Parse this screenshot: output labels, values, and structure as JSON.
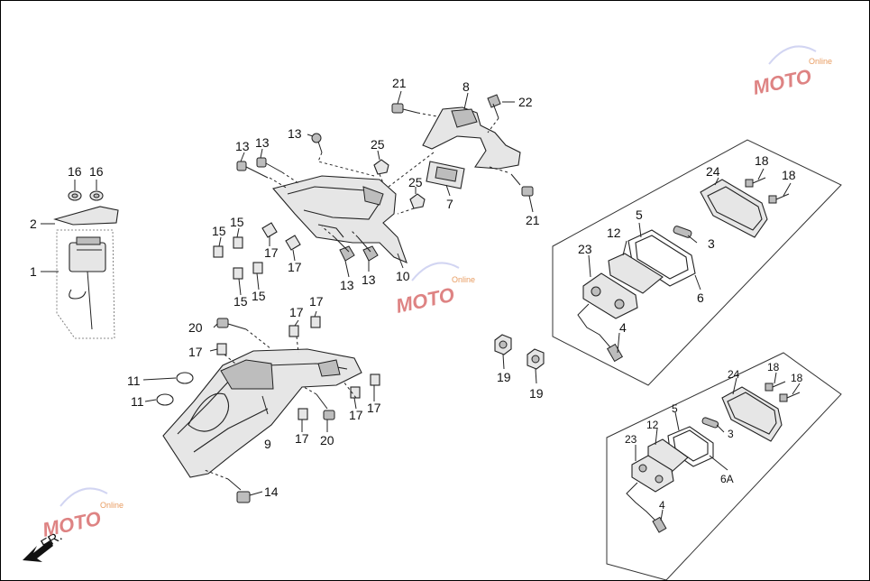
{
  "diagram": {
    "direction_label": "FR.",
    "watermark_text": "MOTO",
    "watermark_subtext": "Online",
    "callouts": [
      {
        "id": "c1",
        "text": "1"
      },
      {
        "id": "c2",
        "text": "2"
      },
      {
        "id": "c3a",
        "text": "3"
      },
      {
        "id": "c3b",
        "text": "3"
      },
      {
        "id": "c4a",
        "text": "4"
      },
      {
        "id": "c4b",
        "text": "4"
      },
      {
        "id": "c5a",
        "text": "5"
      },
      {
        "id": "c5b",
        "text": "5"
      },
      {
        "id": "c6",
        "text": "6"
      },
      {
        "id": "c6a",
        "text": "6A"
      },
      {
        "id": "c7",
        "text": "7"
      },
      {
        "id": "c8",
        "text": "8"
      },
      {
        "id": "c9",
        "text": "9"
      },
      {
        "id": "c10",
        "text": "10"
      },
      {
        "id": "c11a",
        "text": "11"
      },
      {
        "id": "c11b",
        "text": "11"
      },
      {
        "id": "c12a",
        "text": "12"
      },
      {
        "id": "c12b",
        "text": "12"
      },
      {
        "id": "c13a",
        "text": "13"
      },
      {
        "id": "c13b",
        "text": "13"
      },
      {
        "id": "c13c",
        "text": "13"
      },
      {
        "id": "c13d",
        "text": "13"
      },
      {
        "id": "c13e",
        "text": "13"
      },
      {
        "id": "c14",
        "text": "14"
      },
      {
        "id": "c15a",
        "text": "15"
      },
      {
        "id": "c15b",
        "text": "15"
      },
      {
        "id": "c15c",
        "text": "15"
      },
      {
        "id": "c15d",
        "text": "15"
      },
      {
        "id": "c16a",
        "text": "16"
      },
      {
        "id": "c16b",
        "text": "16"
      },
      {
        "id": "c17a",
        "text": "17"
      },
      {
        "id": "c17b",
        "text": "17"
      },
      {
        "id": "c17c",
        "text": "17"
      },
      {
        "id": "c17d",
        "text": "17"
      },
      {
        "id": "c17e",
        "text": "17"
      },
      {
        "id": "c17f",
        "text": "17"
      },
      {
        "id": "c17g",
        "text": "17"
      },
      {
        "id": "c17h",
        "text": "17"
      },
      {
        "id": "c18a",
        "text": "18"
      },
      {
        "id": "c18b",
        "text": "18"
      },
      {
        "id": "c18c",
        "text": "18"
      },
      {
        "id": "c18d",
        "text": "18"
      },
      {
        "id": "c19a",
        "text": "19"
      },
      {
        "id": "c19b",
        "text": "19"
      },
      {
        "id": "c20a",
        "text": "20"
      },
      {
        "id": "c20b",
        "text": "20"
      },
      {
        "id": "c21a",
        "text": "21"
      },
      {
        "id": "c21b",
        "text": "21"
      },
      {
        "id": "c22",
        "text": "22"
      },
      {
        "id": "c23a",
        "text": "23"
      },
      {
        "id": "c23b",
        "text": "23"
      },
      {
        "id": "c24a",
        "text": "24"
      },
      {
        "id": "c24b",
        "text": "24"
      },
      {
        "id": "c25a",
        "text": "25"
      },
      {
        "id": "c25b",
        "text": "25"
      }
    ]
  }
}
